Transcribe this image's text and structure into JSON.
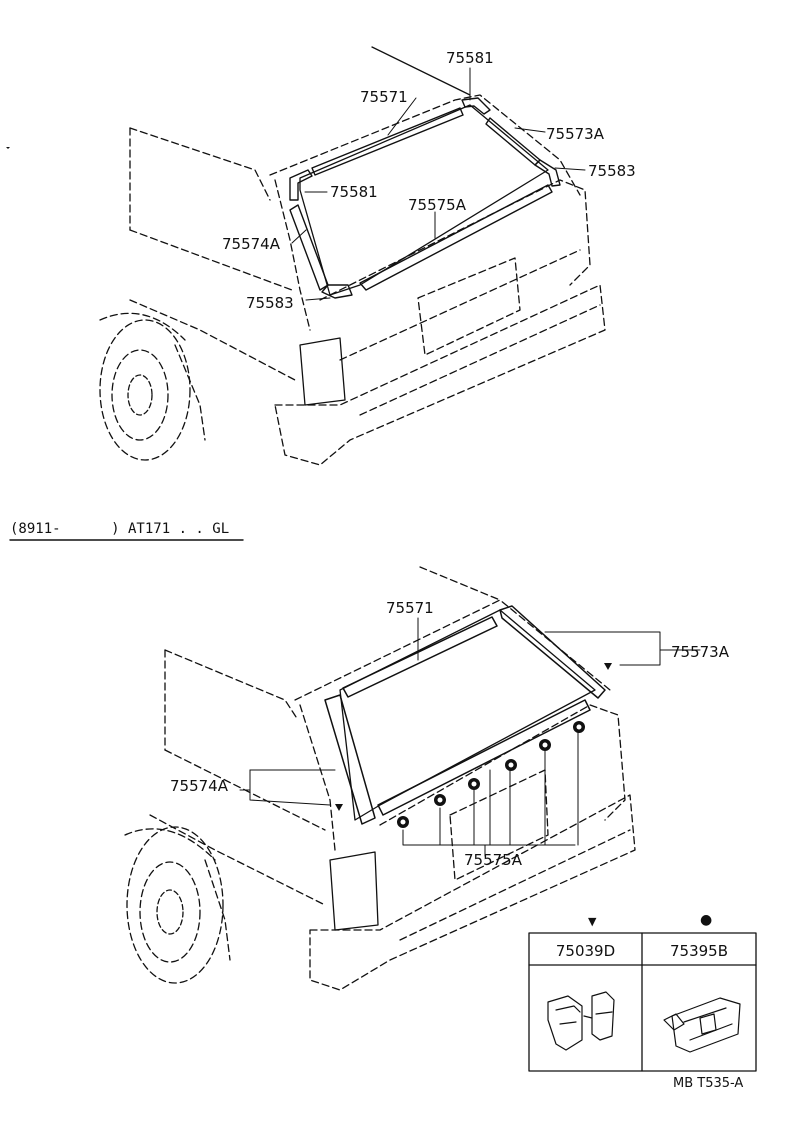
{
  "upper_view": {
    "callouts": [
      "75581",
      "75571",
      "75573A",
      "75583",
      "75581",
      "75575A",
      "75574A",
      "75583"
    ]
  },
  "applicability": "(8911-      ) AT171 . . GL",
  "lower_view": {
    "callouts": [
      "75571",
      "75573A",
      "75574A",
      "75575A"
    ],
    "markers": {
      "triangle": "▼",
      "circle": "●"
    }
  },
  "legend": {
    "columns": [
      {
        "symbol": "▼",
        "part_no": "75039D"
      },
      {
        "symbol": "●",
        "part_no": "75395B"
      }
    ]
  },
  "figure_code": "MB T535-A"
}
